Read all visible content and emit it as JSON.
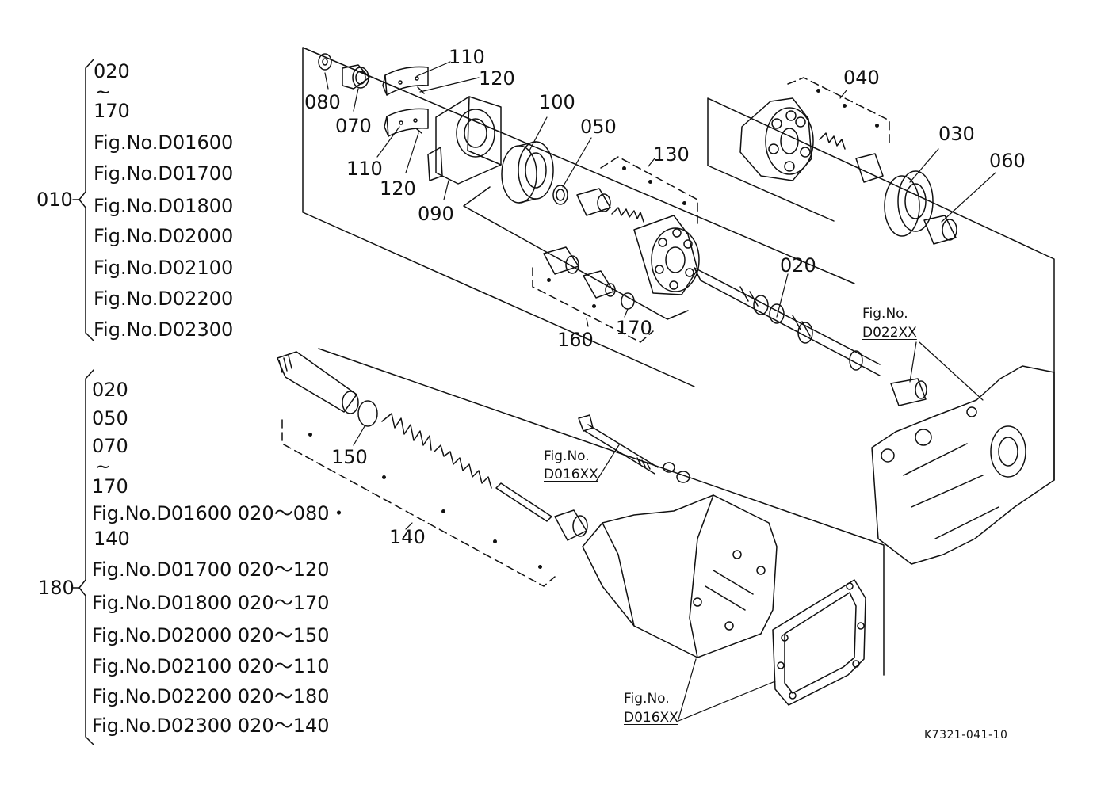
{
  "group_010": {
    "ref": "010",
    "items": [
      "020",
      "~",
      "170",
      "Fig.No.D01600",
      "Fig.No.D01700",
      "Fig.No.D01800",
      "Fig.No.D02000",
      "Fig.No.D02100",
      "Fig.No.D02200",
      "Fig.No.D02300"
    ]
  },
  "group_180": {
    "ref": "180",
    "items": [
      "020",
      "050",
      "070",
      "~",
      "170",
      "Fig.No.D01600  020～080・",
      "140",
      "Fig.No.D01700  020～120",
      "Fig.No.D01800  020～170",
      "Fig.No.D02000  020～150",
      "Fig.No.D02100  020～110",
      "Fig.No.D02200  020～180",
      "Fig.No.D02300  020～140"
    ]
  },
  "callouts": [
    "110",
    "120",
    "080",
    "070",
    "110",
    "120",
    "090",
    "100",
    "050",
    "130",
    "040",
    "030",
    "060",
    "020",
    "160",
    "170",
    "150",
    "140"
  ],
  "fig_refs": [
    {
      "line1": "Fig.No.",
      "line2": "D022XX"
    },
    {
      "line1": "Fig.No.",
      "line2": "D016XX"
    },
    {
      "line1": "Fig.No.",
      "line2": "D016XX"
    }
  ],
  "drawing_code": "K7321-041-10"
}
